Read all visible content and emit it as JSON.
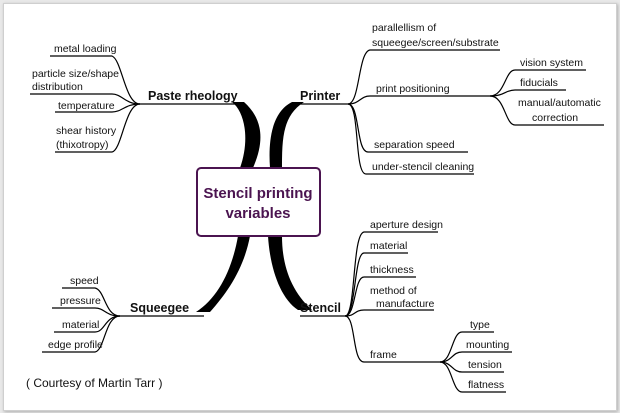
{
  "center": {
    "line1": "Stencil printing",
    "line2": "variables"
  },
  "branches": {
    "paste": {
      "label": "Paste rheology",
      "items": [
        "metal loading",
        "particle size/shape",
        "distribution",
        "temperature",
        "shear history",
        "(thixotropy)"
      ]
    },
    "printer": {
      "label": "Printer",
      "items": [
        "parallellism of",
        "squeegee/screen/substrate",
        "print positioning",
        "separation speed",
        "under-stencil cleaning"
      ],
      "positioning": [
        "vision system",
        "fiducials",
        "manual/automatic",
        "correction"
      ]
    },
    "squeegee": {
      "label": "Squeegee",
      "items": [
        "speed",
        "pressure",
        "material",
        "edge profile"
      ]
    },
    "stencil": {
      "label": "Stencil",
      "items": [
        "aperture design",
        "material",
        "thickness",
        "method of",
        "manufacture",
        "frame"
      ],
      "frame": [
        "type",
        "mounting",
        "tension",
        "flatness"
      ]
    }
  },
  "credit": "( Courtesy of Martin Tarr )",
  "colors": {
    "center_border": "#4b1450",
    "center_text": "#4b1450"
  }
}
